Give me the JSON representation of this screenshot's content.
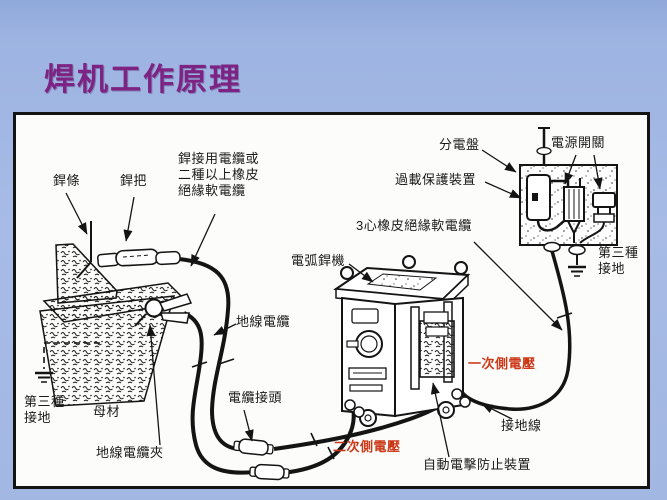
{
  "slide": {
    "title": "焊机工作原理"
  },
  "colors": {
    "background": "#a3b8e3",
    "title": "#7c2383",
    "highlight_red": "#cc3a1a",
    "line": "#1a1a1a",
    "panel_background": "#fcfcfa"
  },
  "diagram": {
    "labels": {
      "electrode": "銲條",
      "electrode_holder": "銲把",
      "welding_cable_line1": "銲接用電纜或",
      "welding_cable_line2": "二種以上橡皮",
      "welding_cable_line3": "絕緣軟電纜",
      "distribution_panel": "分電盤",
      "power_switch": "電源開關",
      "overload_protection": "過載保護裝置",
      "three_core_cable": "3心橡皮絕緣軟電纜",
      "arc_welding_machine": "電弧銲機",
      "third_type_ground_right_line1": "第三種",
      "third_type_ground_right_line2": "接地",
      "ground_wire_cable": "地線電纜",
      "base_material": "母材",
      "third_type_ground_left_line1": "第三種",
      "third_type_ground_left_line2": "接地",
      "ground_cable_clamp": "地線電纜夾",
      "cable_connector": "電纜接頭",
      "primary_side_voltage": "一次側電壓",
      "secondary_side_voltage": "二次側電壓",
      "grounding_wire": "接地線",
      "auto_shock_prevention": "自動電擊防止裝置"
    }
  }
}
